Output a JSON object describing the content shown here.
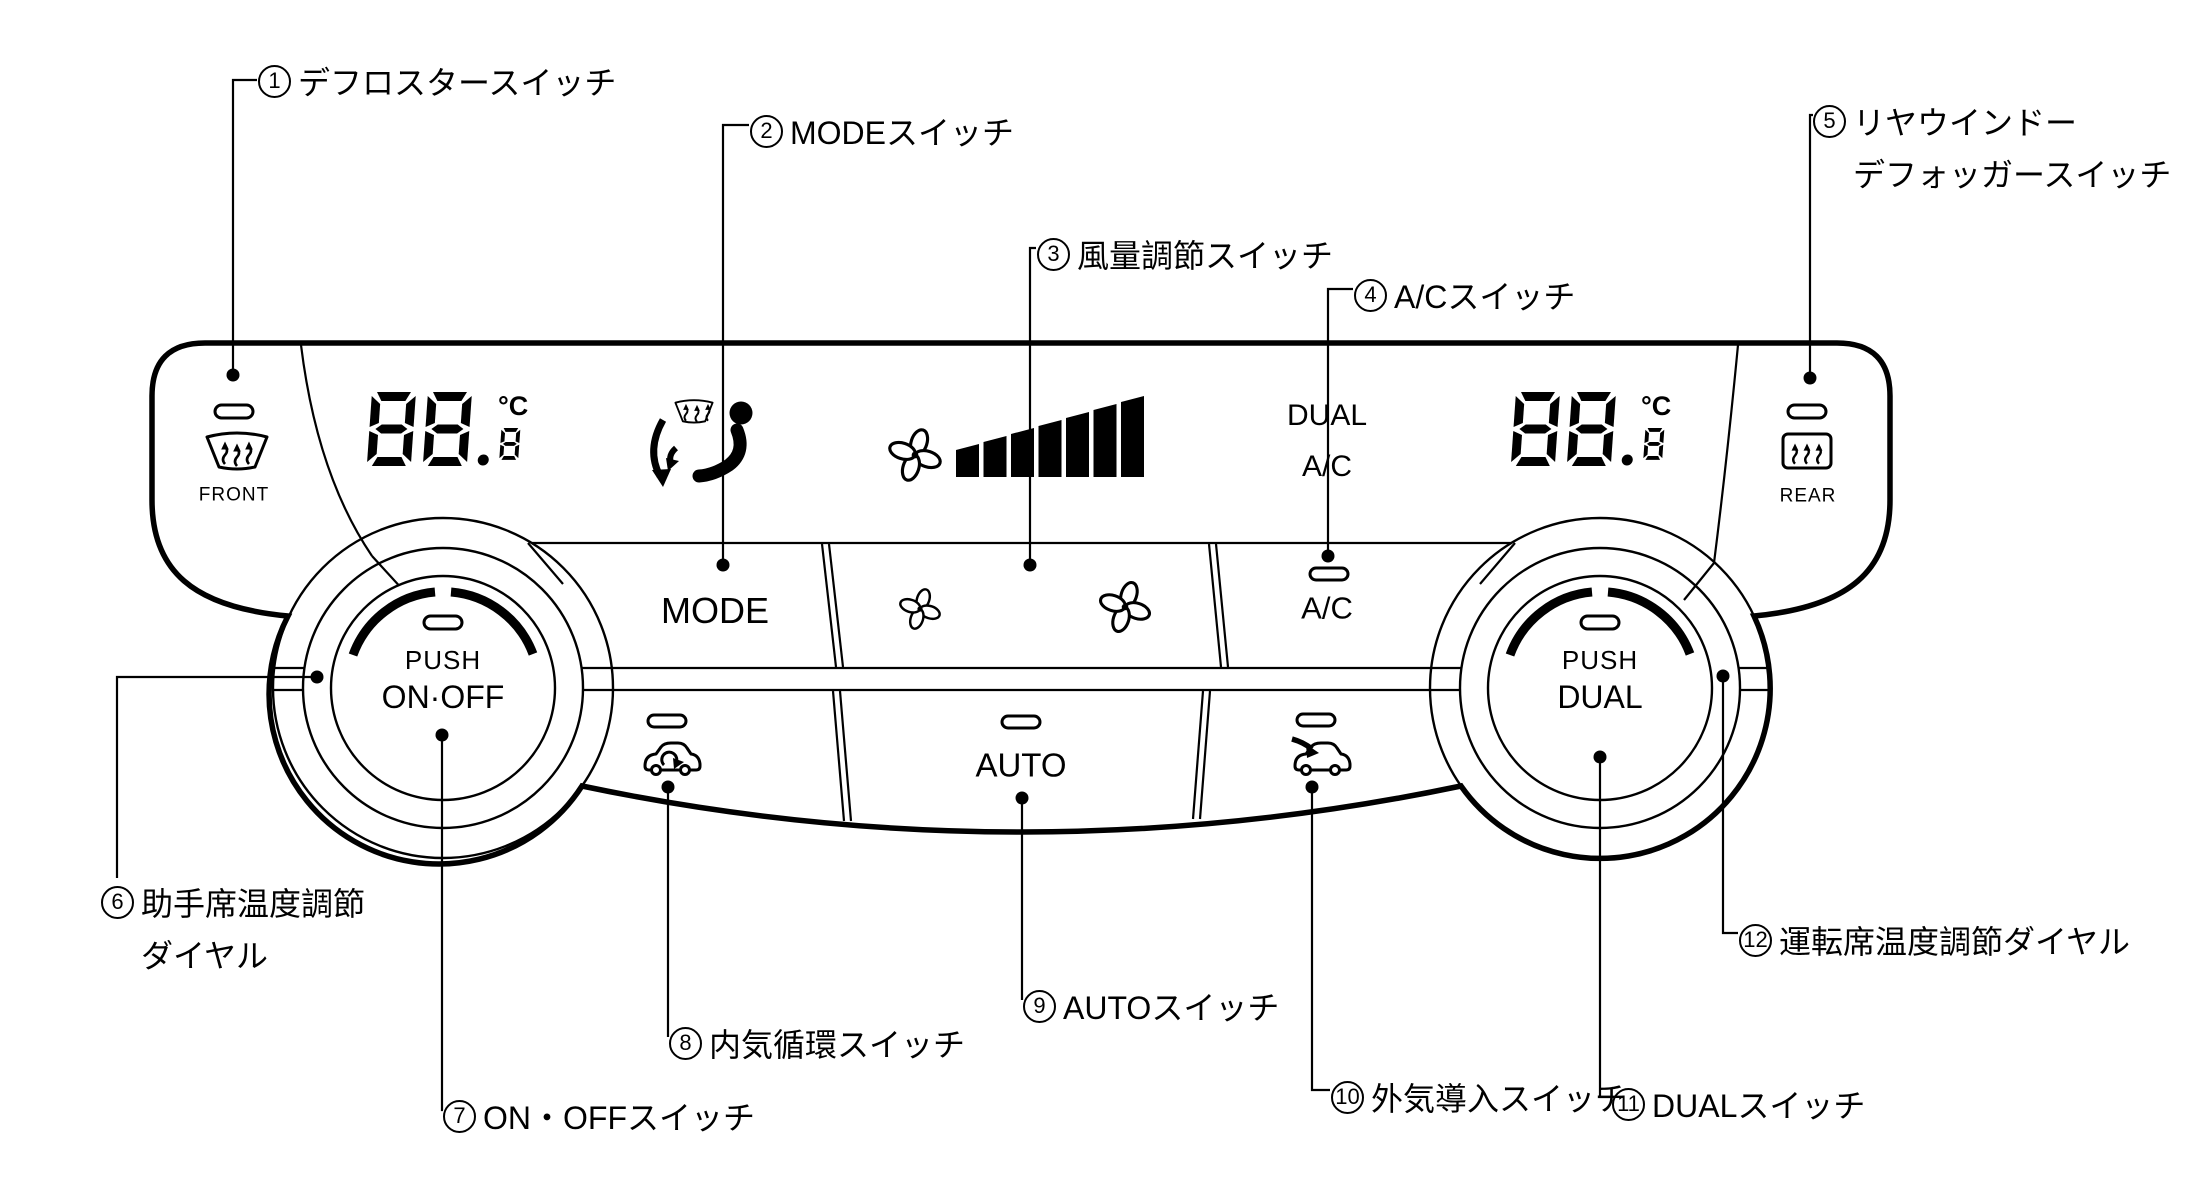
{
  "callouts": [
    {
      "num": "1",
      "text": "デフロスタースイッチ"
    },
    {
      "num": "2",
      "text": "MODEスイッチ"
    },
    {
      "num": "3",
      "text": "風量調節スイッチ"
    },
    {
      "num": "4",
      "text": "A/Cスイッチ"
    },
    {
      "num": "5",
      "text": "リヤウインドー",
      "text2": "デフォッガースイッチ"
    },
    {
      "num": "6",
      "text": "助手席温度調節",
      "text2": "ダイヤル"
    },
    {
      "num": "7",
      "text": "ON・OFFスイッチ"
    },
    {
      "num": "8",
      "text": "内気循環スイッチ"
    },
    {
      "num": "9",
      "text": "AUTOスイッチ"
    },
    {
      "num": "10",
      "text": "外気導入スイッチ"
    },
    {
      "num": "11",
      "text": "DUALスイッチ"
    },
    {
      "num": "12",
      "text": "運転席温度調節ダイヤル"
    }
  ],
  "panel": {
    "front_label": "FRONT",
    "rear_label": "REAR",
    "left_display": {
      "value": "88.8",
      "unit": "°C"
    },
    "right_display": {
      "value": "88.8",
      "unit": "°C"
    },
    "center_display": {
      "dual": "DUAL",
      "ac": "A/C",
      "fan_level_bars": 7
    },
    "buttons": {
      "mode": "MODE",
      "ac": "A/C",
      "auto": "AUTO"
    },
    "left_dial": {
      "line1": "PUSH",
      "line2": "ON·OFF"
    },
    "right_dial": {
      "line1": "PUSH",
      "line2": "DUAL"
    }
  }
}
